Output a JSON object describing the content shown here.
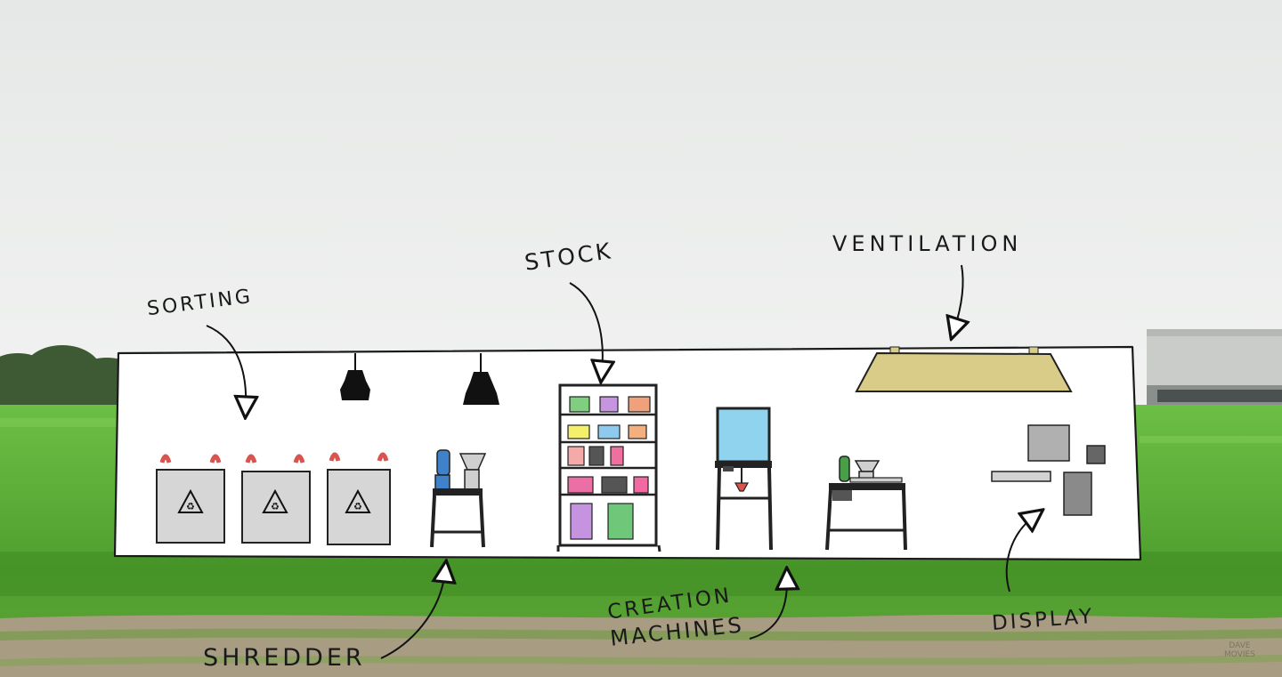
{
  "labels": {
    "sorting": "SORTING",
    "stock": "STOCK",
    "ventilation": "VENTILATION",
    "shredder": "SHREDDER",
    "creation_line1": "CREATION",
    "creation_line2": "MACHINES",
    "display": "DISPLAY"
  },
  "watermark": {
    "line1": "DAVE",
    "line2": "MOVIES"
  },
  "colors": {
    "sky": "#eef0ef",
    "grass": "#5fb23a",
    "grass_dark": "#3f8a26",
    "dirt": "#a59a80",
    "panel": "#ffffff",
    "bin": "#d6d6d6",
    "handle": "#d9534f",
    "lamp": "#d8cc88",
    "screen": "#8fd3ef",
    "shelf_items": [
      "#7fd07e",
      "#c794e0",
      "#f0a07a",
      "#f4f06a",
      "#8ec9ee",
      "#f3b07e",
      "#f3aaa8",
      "#555555",
      "#ef6f9f",
      "#eb6ea5",
      "#555555",
      "#f26aa1",
      "#c593e0",
      "#6fc87a",
      "#3a89b3"
    ]
  },
  "icons": [
    "recycle-icon",
    "pendant-lamp-icon",
    "ventilation-hood-icon",
    "shredder-machine-icon",
    "bookshelf-icon",
    "monitor-icon",
    "extruder-machine-icon",
    "display-panel-icon"
  ]
}
